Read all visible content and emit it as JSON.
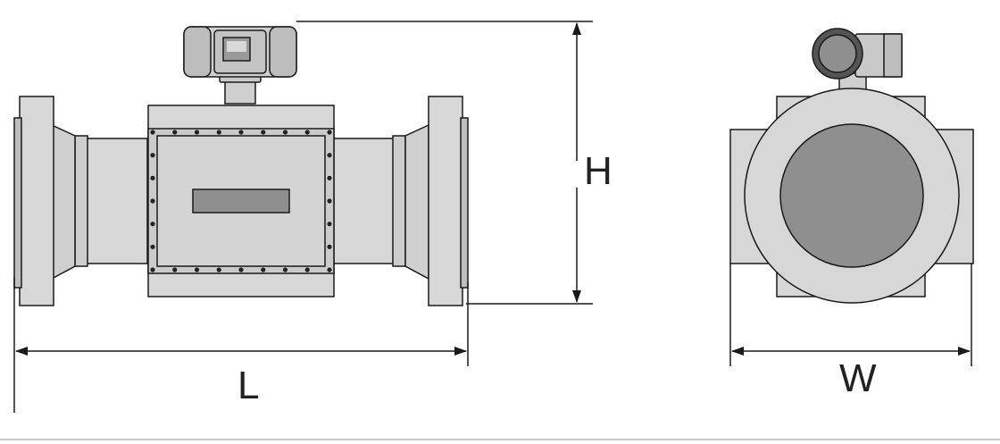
{
  "labels": {
    "height": "H",
    "length": "L",
    "width": "W"
  },
  "colors": {
    "body_fill": "#d7d7d7",
    "body_stroke": "#1a1a1a",
    "dark_fill": "#8f8f8f",
    "bolt": "#222222",
    "line": "#1a1a1a",
    "bottom_rule": "#c8c8c8"
  }
}
